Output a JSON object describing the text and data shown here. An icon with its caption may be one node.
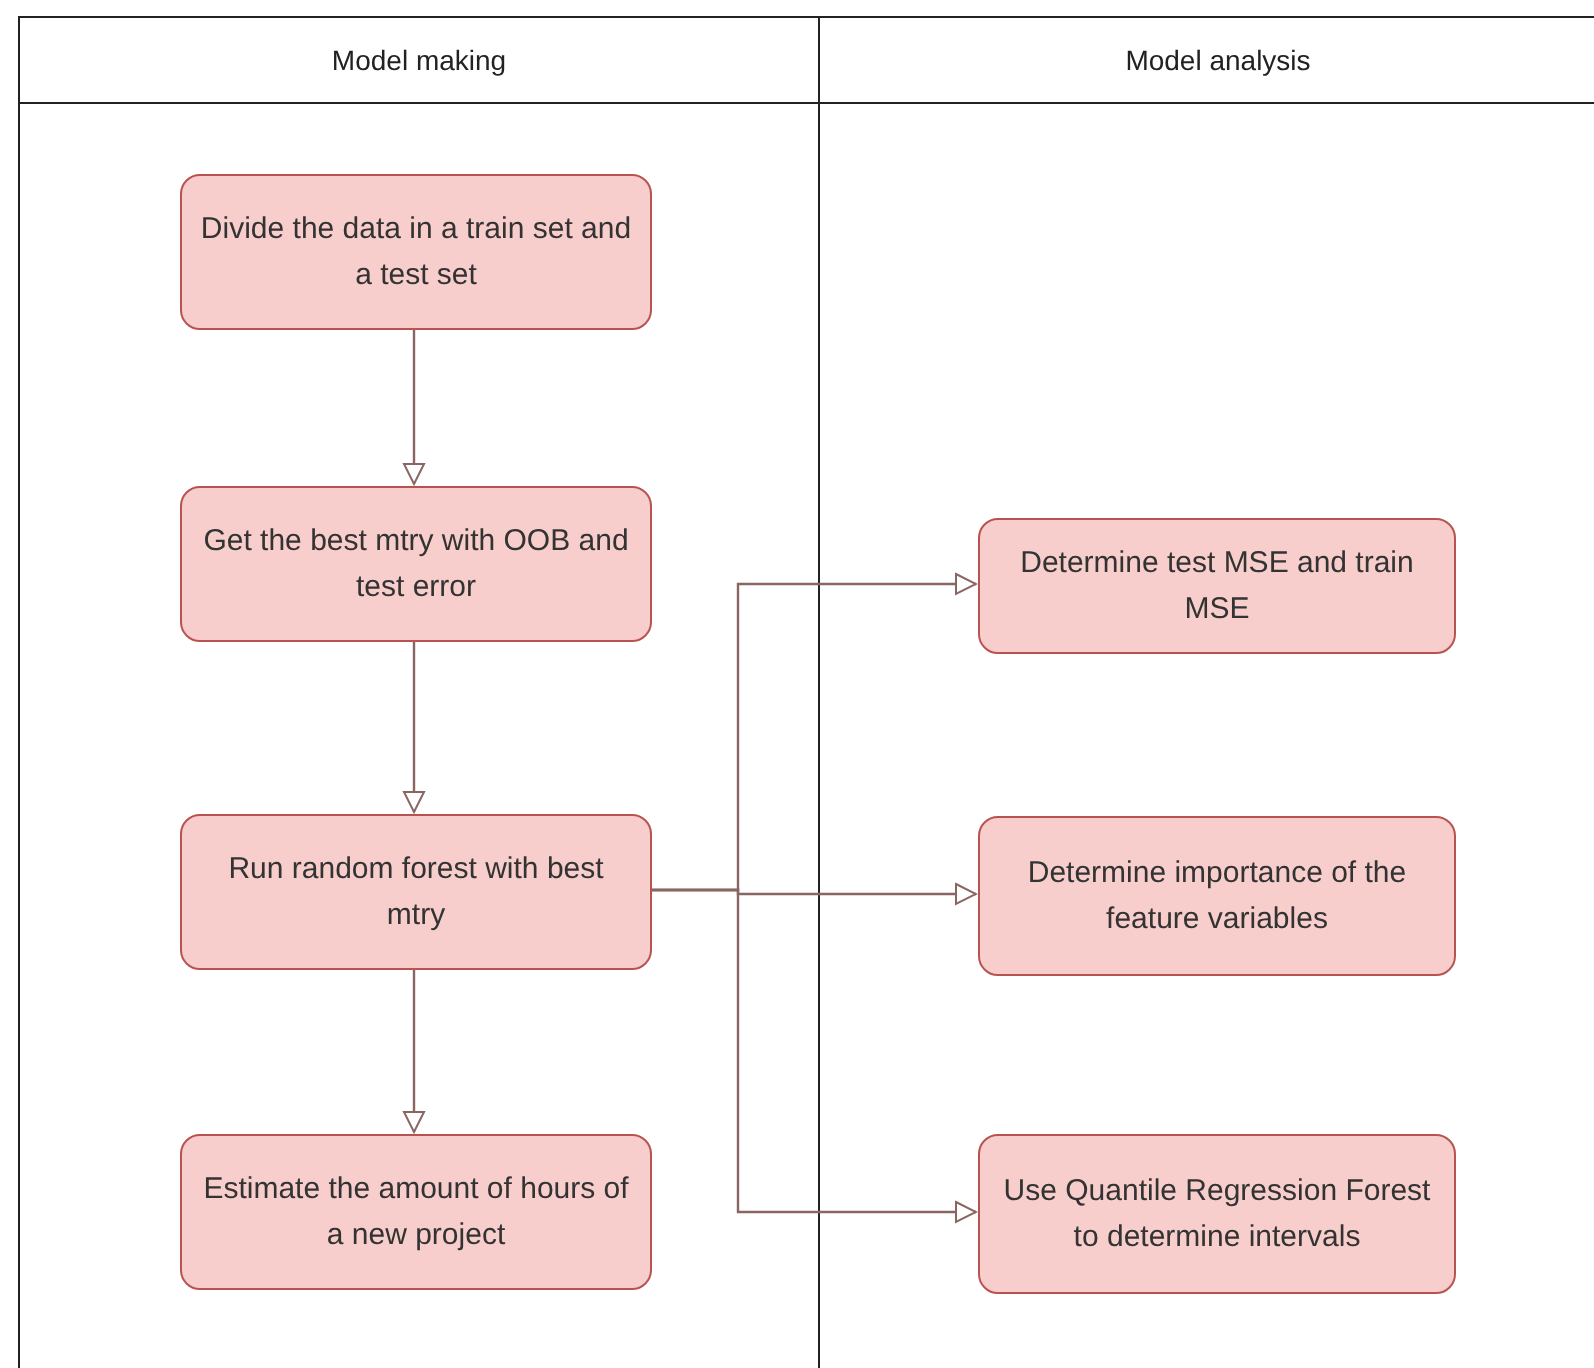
{
  "diagram": {
    "nodes": [
      {
        "text": [
          "Model making"
        ]
      },
      {
        "text": [
          "Model analysis"
        ]
      },
      {
        "text": [
          "Divide the data in a train set and a test set"
        ],
        "in": 0
      },
      {
        "text": [
          "Get the best mtry with OOB and test error"
        ],
        "in": 0
      },
      {
        "text": [
          "Run random forest with best mtry"
        ],
        "in": 0
      },
      {
        "text": [
          "Estimate the amount of hours of a new project"
        ],
        "in": 0
      },
      {
        "text": [
          "Determine test MSE and train MSE"
        ],
        "in": 1
      },
      {
        "text": [
          "Determine importance of the feature variables"
        ],
        "in": 1
      },
      {
        "text": [
          "Use Quantile Regression Forest to determine intervals"
        ],
        "in": 1
      }
    ],
    "edges": [
      {
        "from": 2,
        "to": 3,
        "arrow": "to"
      },
      {
        "from": 3,
        "to": 4,
        "arrow": "to"
      },
      {
        "from": 4,
        "to": 5,
        "arrow": "to"
      },
      {
        "from": 4,
        "to": 6,
        "arrow": "to"
      },
      {
        "from": 4,
        "to": 7,
        "arrow": "to"
      },
      {
        "from": 4,
        "to": 8,
        "arrow": "to"
      }
    ]
  }
}
